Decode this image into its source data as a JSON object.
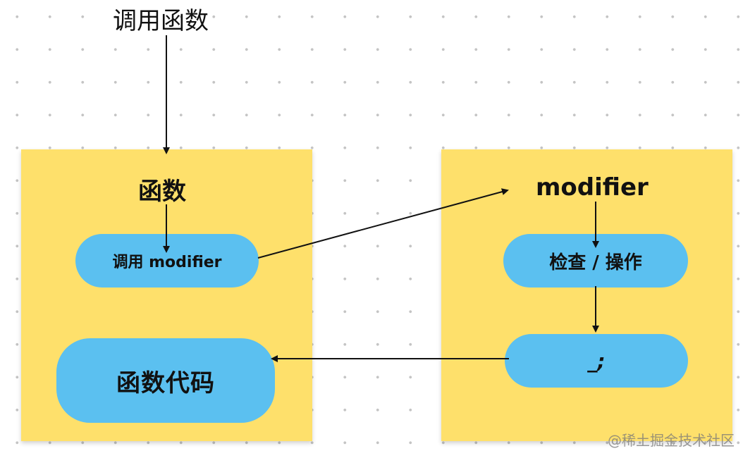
{
  "top_label": "调用函数",
  "left_panel": {
    "title": "函数",
    "call_modifier": "调用 modifier",
    "function_code": "函数代码"
  },
  "right_panel": {
    "title": "modifier",
    "check_op": "检查 / 操作",
    "placeholder": "_;"
  },
  "watermark": "@稀土掘金技术社区",
  "colors": {
    "panel": "#fee06b",
    "pill": "#5bc0f0",
    "arrow": "#111111"
  }
}
